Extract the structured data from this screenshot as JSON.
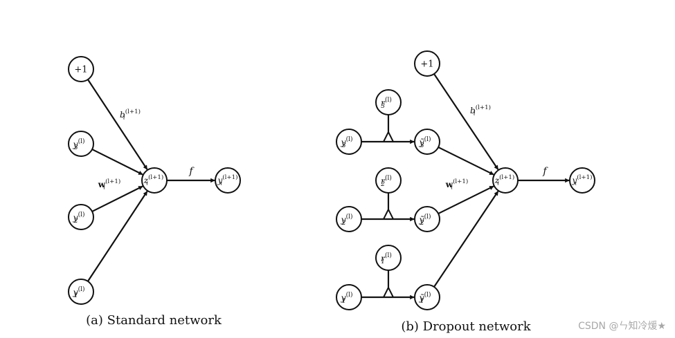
{
  "left": {
    "caption": "(a) Standard network",
    "bias_node": "+1",
    "bias_weight": {
      "base": "b",
      "sub": "i",
      "sup": "(l+1)"
    },
    "weight": {
      "base": "w",
      "sub": "i",
      "sup": "(l+1)"
    },
    "activation": "f",
    "inputs": [
      {
        "base": "y",
        "sub": "3",
        "sup": "(l)"
      },
      {
        "base": "y",
        "sub": "2",
        "sup": "(l)"
      },
      {
        "base": "y",
        "sub": "1",
        "sup": "(l)"
      }
    ],
    "z": {
      "base": "z",
      "sub": "i",
      "sup": "(l+1)"
    },
    "output": {
      "base": "y",
      "sub": "i",
      "sup": "(l+1)"
    }
  },
  "right": {
    "caption": "(b) Dropout network",
    "bias_node": "+1",
    "bias_weight": {
      "base": "b",
      "sub": "i",
      "sup": "(l+1)"
    },
    "weight": {
      "base": "w",
      "sub": "i",
      "sup": "(l+1)"
    },
    "activation": "f",
    "inputs": [
      {
        "base": "y",
        "sub": "3",
        "sup": "(l)"
      },
      {
        "base": "y",
        "sub": "2",
        "sup": "(l)"
      },
      {
        "base": "y",
        "sub": "1",
        "sup": "(l)"
      }
    ],
    "masks": [
      {
        "base": "r",
        "sub": "3",
        "sup": "(l)"
      },
      {
        "base": "r",
        "sub": "2",
        "sup": "(l)"
      },
      {
        "base": "r",
        "sub": "1",
        "sup": "(l)"
      }
    ],
    "thinned": [
      {
        "base": "ỹ",
        "sub": "3",
        "sup": "(l)"
      },
      {
        "base": "ỹ",
        "sub": "2",
        "sup": "(l)"
      },
      {
        "base": "ỹ",
        "sub": "1",
        "sup": "(l)"
      }
    ],
    "z": {
      "base": "z",
      "sub": "i",
      "sup": "(l+1)"
    },
    "output": {
      "base": "y",
      "sub": "i",
      "sup": "(l+1)"
    }
  },
  "watermark": "CSDN @ㄣ知冷煖★"
}
